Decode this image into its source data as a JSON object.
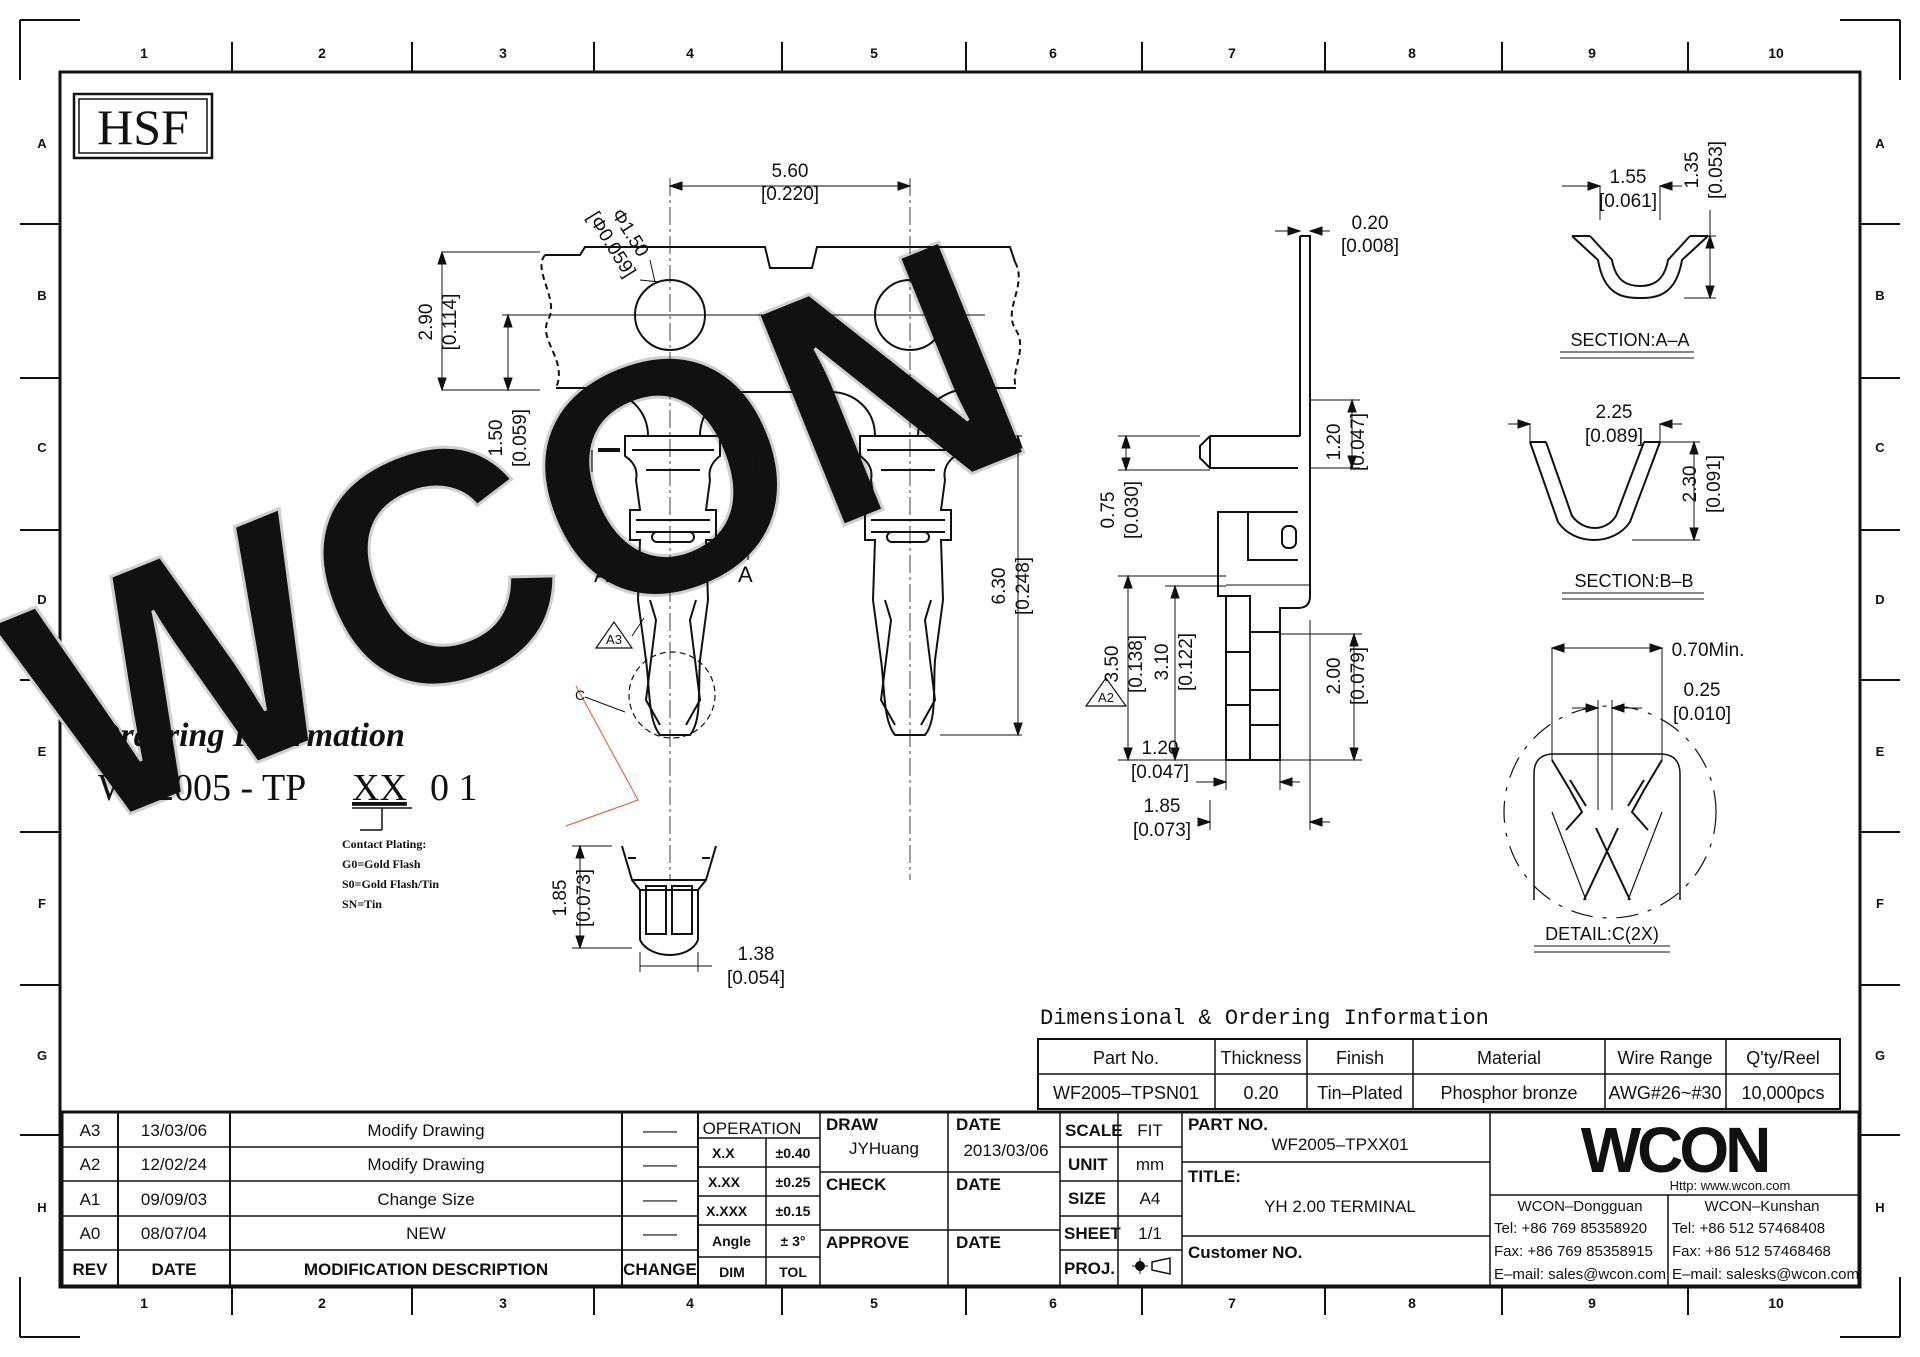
{
  "frame": {
    "columns": [
      "1",
      "2",
      "3",
      "4",
      "5",
      "6",
      "7",
      "8",
      "9",
      "10"
    ],
    "rows": [
      "A",
      "B",
      "C",
      "D",
      "E",
      "F",
      "G",
      "H"
    ]
  },
  "stamp": "HSF",
  "watermark": "WCON",
  "ordering": {
    "heading": "Ordering Information",
    "code_prefix": "WF2005 - TP",
    "code_var": "XX",
    "code_suffix": "0 1",
    "notes": [
      "Contact Plating:",
      "G0=Gold Flash",
      "S0=Gold Flash/Tin",
      "SN=Tin"
    ]
  },
  "dims": {
    "d560": "5.60",
    "d560i": "[0.220]",
    "d150dia": "Φ1.50",
    "d150diai": "[Φ0.059]",
    "d290": "2.90",
    "d290i": "[0.114]",
    "d150": "1.50",
    "d150i": "[0.059]",
    "d630": "6.30",
    "d630i": "[0.248]",
    "d185a": "1.85",
    "d185ai": "[0.073]",
    "d138": "1.38",
    "d138i": "[0.054]",
    "d020": "0.20",
    "d020i": "[0.008]",
    "d120a": "1.20",
    "d120ai": "[0.047]",
    "d075": "0.75",
    "d075i": "[0.030]",
    "d350": "3.50",
    "d350i": "[0.138]",
    "d310": "3.10",
    "d310i": "[0.122]",
    "d200": "2.00",
    "d200i": "[0.079]",
    "d120b": "1.20",
    "d120bi": "[0.047]",
    "d185b": "1.85",
    "d185bi": "[0.073]",
    "s155": "1.55",
    "s155i": "[0.061]",
    "s135": "1.35",
    "s135i": "[0.053]",
    "s225": "2.25",
    "s225i": "[0.089]",
    "s230": "2.30",
    "s230i": "[0.091]",
    "c070": "0.70Min.",
    "c025": "0.25",
    "c025i": "[0.010]"
  },
  "labels": {
    "secA": "SECTION:A–A",
    "secB": "SECTION:B–B",
    "detC": "DETAIL:C(2X)",
    "cut_a": "A",
    "cut_b": "B",
    "detail_c": "C",
    "rev_a3": "A3",
    "rev_a2": "A2"
  },
  "order_table": {
    "title": "Dimensional & Ordering Information",
    "headers": [
      "Part No.",
      "Thickness",
      "Finish",
      "Material",
      "Wire Range",
      "Q'ty/Reel"
    ],
    "row": [
      "WF2005–TPSN01",
      "0.20",
      "Tin–Plated",
      "Phosphor bronze",
      "AWG#26~#30",
      "10,000pcs"
    ]
  },
  "revisions": {
    "rows": [
      {
        "rev": "A3",
        "date": "13/03/06",
        "desc": "Modify Drawing",
        "change": "——"
      },
      {
        "rev": "A2",
        "date": "12/02/24",
        "desc": "Modify Drawing",
        "change": "——"
      },
      {
        "rev": "A1",
        "date": "09/09/03",
        "desc": "Change Size",
        "change": "——"
      },
      {
        "rev": "A0",
        "date": "08/07/04",
        "desc": "NEW",
        "change": "——"
      }
    ],
    "headers": [
      "REV",
      "DATE",
      "MODIFICATION  DESCRIPTION",
      "CHANGE"
    ]
  },
  "tolerance": {
    "title": "OPERATION",
    "rows": [
      [
        "X.X",
        "±0.40"
      ],
      [
        "X.XX",
        "±0.25"
      ],
      [
        "X.XXX",
        "±0.15"
      ],
      [
        "Angle",
        "± 3°"
      ]
    ],
    "foot": [
      "DIM",
      "TOL"
    ]
  },
  "approvals": {
    "draw": "DRAW",
    "drawer": "JYHuang",
    "date": "DATE",
    "draw_date": "2013/03/06",
    "check": "CHECK",
    "approve": "APPROVE"
  },
  "sheet_info": {
    "scale_label": "SCALE",
    "scale": "FIT",
    "unit_label": "UNIT",
    "unit": "mm",
    "size_label": "SIZE",
    "size": "A4",
    "sheet_label": "SHEET",
    "sheet": "1/1",
    "proj_label": "PROJ."
  },
  "part": {
    "label": "PART  NO.",
    "number": "WF2005–TPXX01",
    "title_label": "TITLE:",
    "title": "YH  2.00  TERMINAL",
    "customer_label": "Customer  NO."
  },
  "company": {
    "logo": "WCON",
    "http": "Http:  www.wcon.com",
    "dg": {
      "name": "WCON–Dongguan",
      "tel": "Tel:  +86  769  85358920",
      "fax": "Fax:  +86  769  85358915",
      "email": "E–mail:  sales@wcon.com"
    },
    "ks": {
      "name": "WCON–Kunshan",
      "tel": "Tel:  +86  512  57468408",
      "fax": "Fax:  +86  512  57468468",
      "email": "E–mail:  salesks@wcon.com"
    }
  }
}
